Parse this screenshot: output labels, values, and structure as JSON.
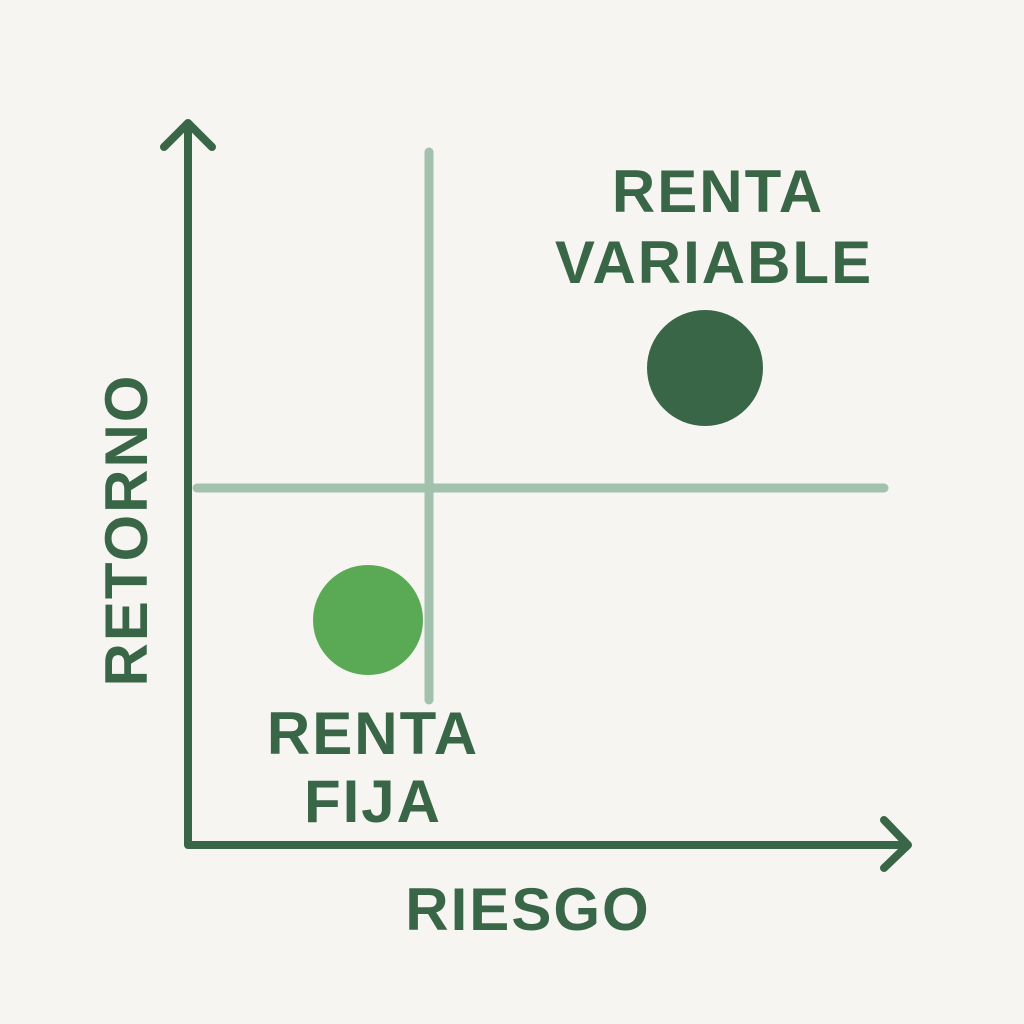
{
  "colors": {
    "background": "#f6f5f2",
    "axis": "#3a6648",
    "guide": "#a3c2ad",
    "variable_point": "#3a6648",
    "fixed_point": "#5aaa55"
  },
  "axes": {
    "x_label": "RIESGO",
    "y_label": "RETORNO"
  },
  "items": {
    "variable": {
      "line1": "RENTA",
      "line2": "VARIABLE"
    },
    "fixed": {
      "line1": "RENTA",
      "line2": "FIJA"
    }
  }
}
